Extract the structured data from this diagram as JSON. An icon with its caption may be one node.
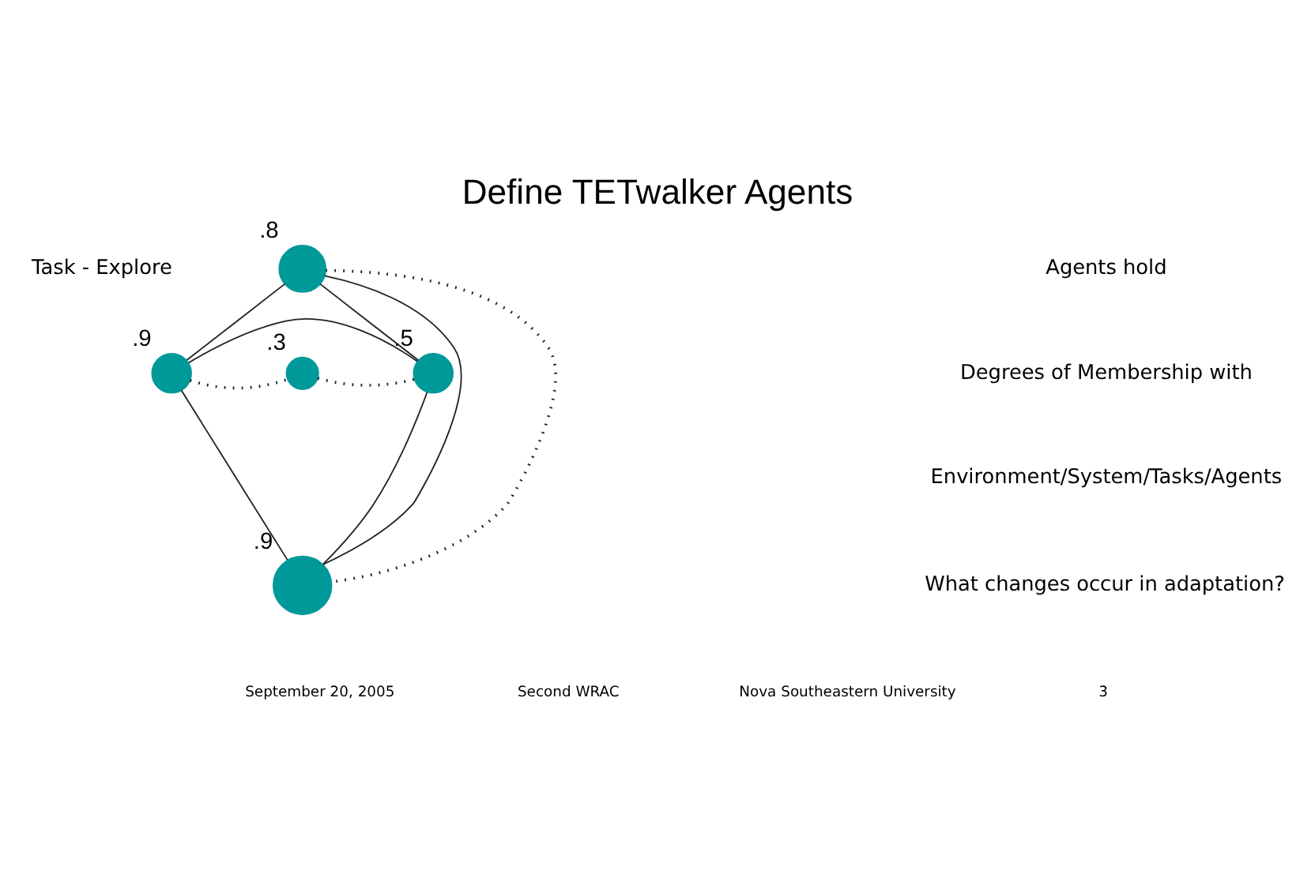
{
  "diagram": {
    "title": "Define TETwalker Agents",
    "nodes": [
      {
        "text": [],
        "shape": "circle",
        "beside": [
          ".8"
        ]
      },
      {
        "text": [],
        "shape": "circle",
        "beside": [
          ".9"
        ]
      },
      {
        "text": [],
        "shape": "circle",
        "beside": [
          ".3"
        ]
      },
      {
        "text": [],
        "shape": "circle",
        "beside": [
          ".5"
        ]
      },
      {
        "text": [],
        "shape": "circle",
        "beside": [
          ".9"
        ]
      }
    ],
    "edges": [
      {
        "from": 0,
        "to": 1,
        "arrow": "none"
      },
      {
        "from": 0,
        "to": 3,
        "arrow": "none"
      },
      {
        "from": 0,
        "to": 4,
        "arrow": "none"
      },
      {
        "from": 0,
        "to": 4,
        "arrow": "none",
        "style": "dashed"
      },
      {
        "from": 1,
        "to": 2,
        "arrow": "none",
        "style": "dashed"
      },
      {
        "from": 2,
        "to": 3,
        "arrow": "none",
        "style": "dashed"
      },
      {
        "from": 1,
        "to": 3,
        "arrow": "none"
      },
      {
        "from": 1,
        "to": 4,
        "arrow": "none"
      },
      {
        "from": 4,
        "to": 3,
        "arrow": "none"
      }
    ],
    "labels": [
      "Task - Explore",
      "Agents hold",
      "Degrees of Membership with",
      "Environment/System/Tasks/Agents",
      "What changes occur in adaptation?",
      "September 20, 2005",
      "Second WRAC",
      "Nova Southeastern University",
      "3"
    ]
  }
}
